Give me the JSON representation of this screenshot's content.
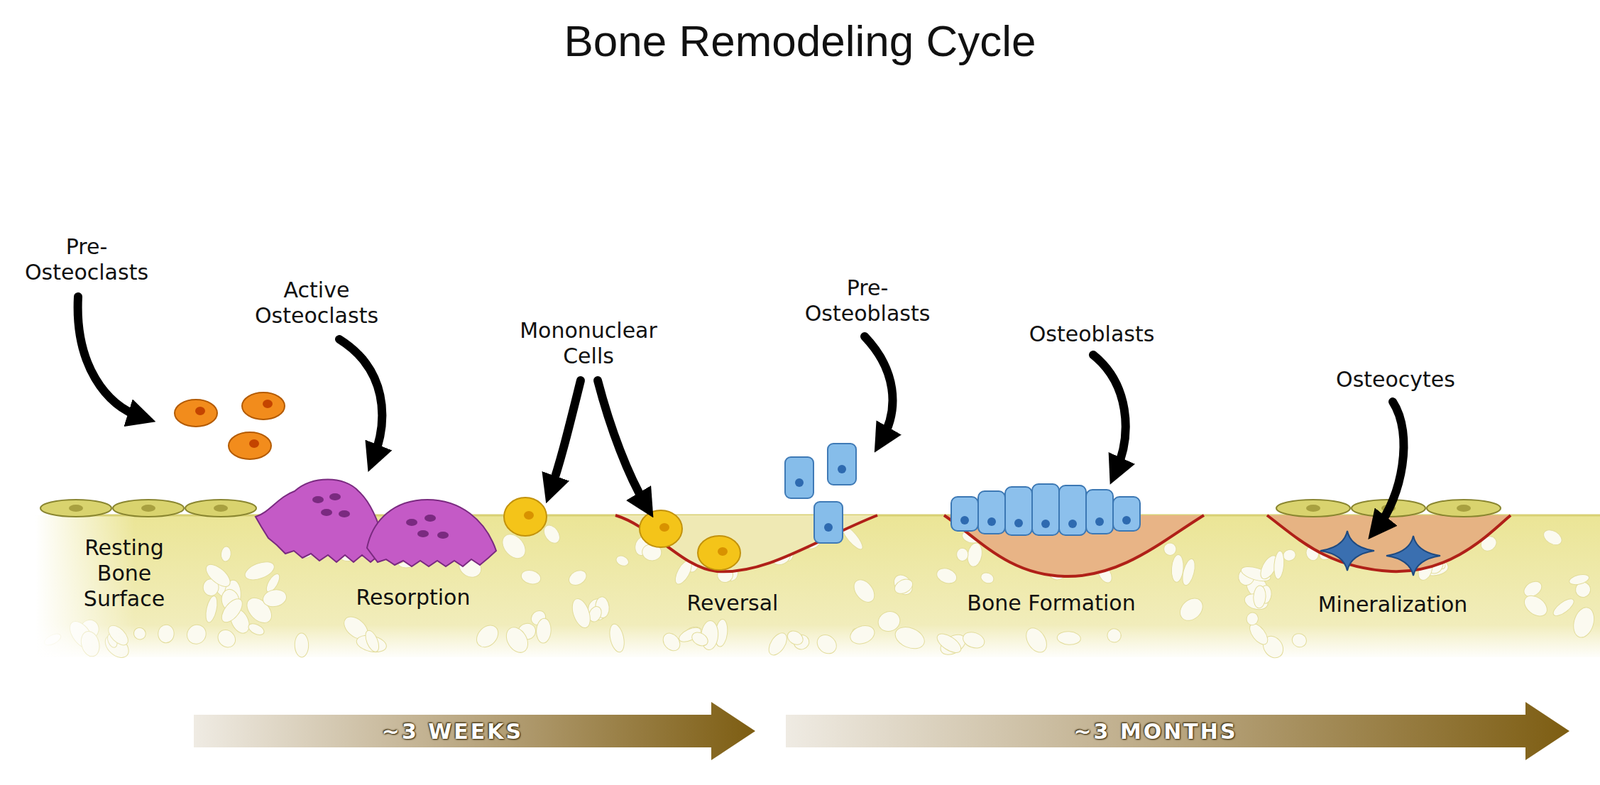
{
  "diagram": {
    "title": "Bone Remodeling Cycle",
    "nodes": [
      {
        "text": [
          "~3 WEEKS"
        ]
      },
      {
        "text": [
          "~3 MONTHS"
        ]
      }
    ],
    "labels": [
      "Pre- Osteoclasts",
      "Active Osteoclasts",
      "Mononuclear Cells",
      "Pre- Osteoblasts",
      "Osteoblasts",
      "Osteocytes",
      "Resting Bone Surface",
      "Resorption",
      "Reversal",
      "Bone Formation",
      "Mineralization"
    ]
  }
}
